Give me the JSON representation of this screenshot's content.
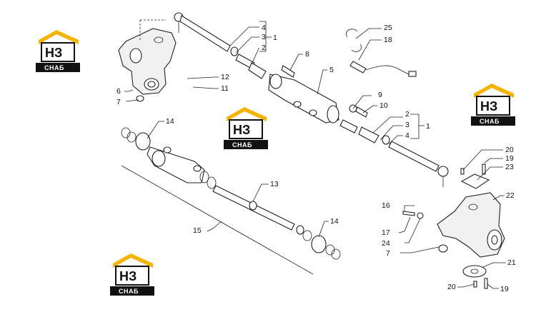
{
  "watermark": {
    "letters": "НЗ",
    "caption": "СНАБ",
    "colors": {
      "roof": "#f4b400",
      "text": "#111111",
      "bar": "#111111"
    }
  },
  "callouts": [
    "1",
    "1",
    "2",
    "2",
    "3",
    "3",
    "4",
    "4",
    "5",
    "6",
    "7",
    "7",
    "8",
    "9",
    "10",
    "11",
    "12",
    "13",
    "14",
    "14",
    "15",
    "16",
    "17",
    "18",
    "19",
    "19",
    "20",
    "20",
    "21",
    "22",
    "23",
    "24",
    "25"
  ]
}
